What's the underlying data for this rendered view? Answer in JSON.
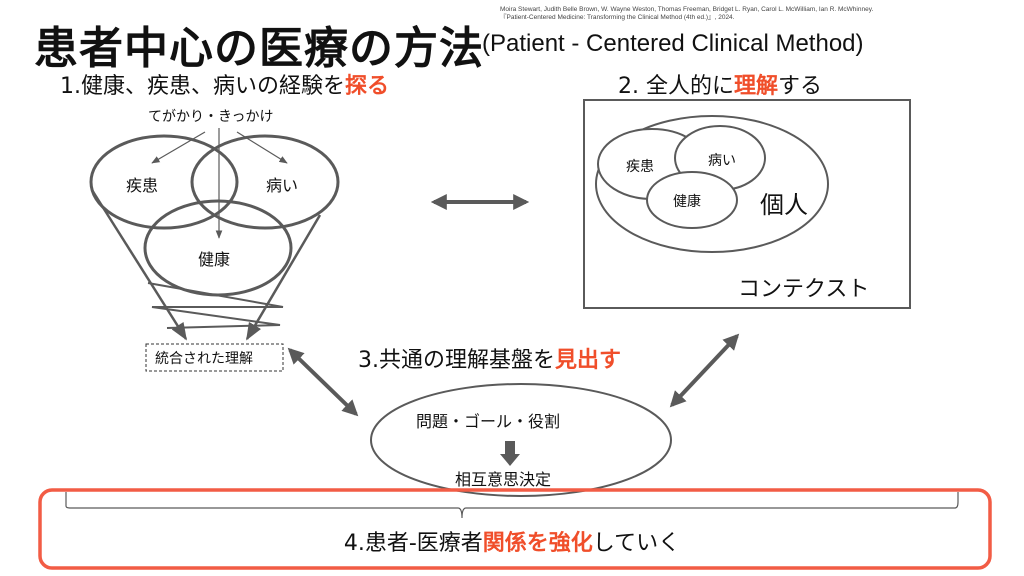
{
  "title": {
    "main": "患者中心の医療の方法",
    "english": "(Patient - Centered Clinical Method)"
  },
  "citation": {
    "authors": "Moira Stewart, Judith Belle Brown, W. Wayne Weston, Thomas Freeman, Bridget L. Ryan, Carol L. McWilliam, Ian R. McWhinney.",
    "book": "『Patient-Centered Medicine: Transforming the Clinical Method (4th ed.)』, 2024."
  },
  "step1": {
    "prefix": "1.健康、疾患、病いの経験を",
    "highlight": "探る",
    "clue_label": "てがかり・きっかけ",
    "circles": [
      "疾患",
      "病い",
      "健康"
    ],
    "result_label": "統合された理解"
  },
  "step2": {
    "prefix": "2. 全人的に",
    "highlight": "理解",
    "suffix": "する",
    "circles": [
      "疾患",
      "病い",
      "健康"
    ],
    "person_label": "個人",
    "context_label": "コンテクスト"
  },
  "step3": {
    "prefix": "3.共通の理解基盤を",
    "highlight": "見出す",
    "top_text": "問題・ゴール・役割",
    "bottom_text": "相互意思決定"
  },
  "step4": {
    "prefix": "4.患者-医療者",
    "highlight": "関係を強化",
    "suffix": "していく"
  },
  "colors": {
    "highlight": "#f04e2a",
    "stroke": "#5a5a5a",
    "frame": "#f25c45"
  }
}
